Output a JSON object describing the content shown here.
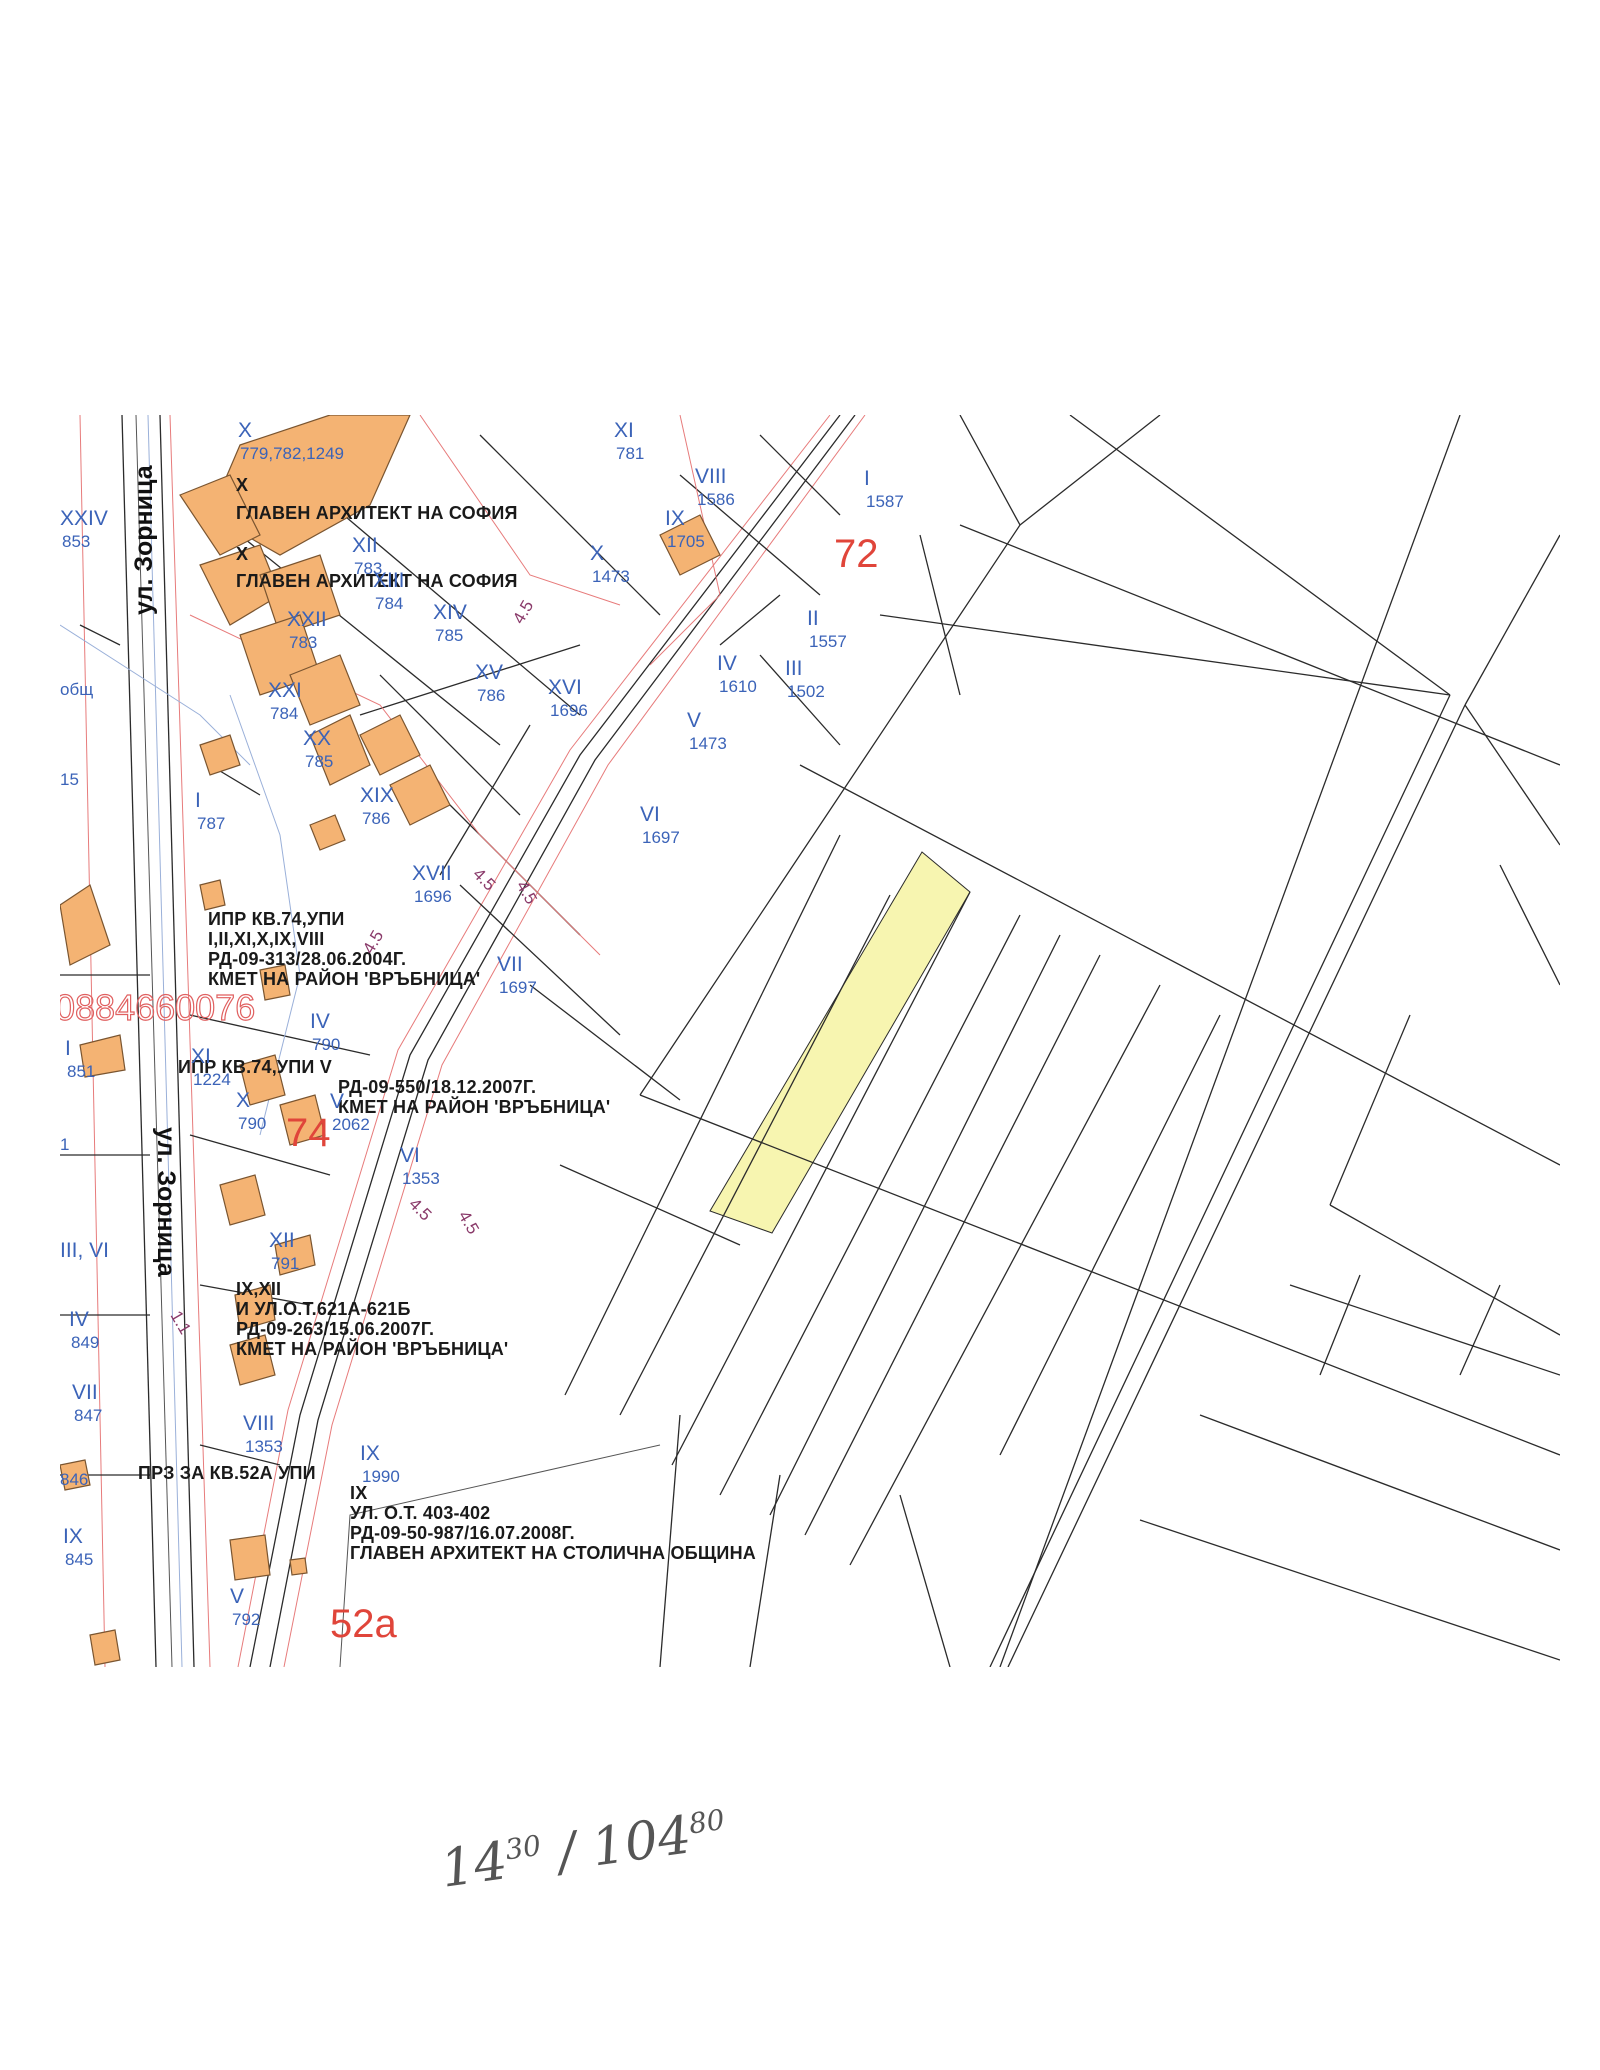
{
  "streets": [
    "ул. Зорница",
    "ул. Зорница"
  ],
  "blocks": [
    "72",
    "74",
    "52а"
  ],
  "phone_overlay": "0884660076",
  "annotations": {
    "arch1": [
      "X",
      "ГЛАВЕН АРХИТЕКТ НА СОФИЯ"
    ],
    "arch2": [
      "X",
      "ГЛАВЕН АРХИТЕКТ НА СОФИЯ"
    ],
    "ipr1": [
      "ИПР КВ.74,УПИ",
      "I,II,XI,X,IX,VIII",
      "РД-09-313/28.06.2004Г.",
      "КМЕТ НА РАЙОН 'ВРЪБНИЦА'"
    ],
    "ipr2": [
      "ИПР КВ.74,УПИ V",
      "РД-09-550/18.12.2007Г.",
      "КМЕТ НА РАЙОН 'ВРЪБНИЦА'"
    ],
    "ipr3": [
      "IX,XII",
      "И УЛ.О.Т.621А-621Б",
      "РД-09-263/15.06.2007Г.",
      "КМЕТ НА РАЙОН 'ВРЪБНИЦА'"
    ],
    "prz": [
      "ПРЗ ЗА КВ.52А УПИ",
      "IX",
      "УЛ. О.Т. 403-402",
      "РД-09-50-987/16.07.2008Г.",
      "ГЛАВЕН АРХИТЕКТ НА СТОЛИЧНА ОБЩИНА"
    ]
  },
  "parcels": [
    {
      "n": "X",
      "id": "779,782,1249"
    },
    {
      "n": "XXIV",
      "id": "853"
    },
    {
      "n": "XII",
      "id": "783"
    },
    {
      "n": "XIII",
      "id": "784"
    },
    {
      "n": "XXII",
      "id": "783"
    },
    {
      "n": "XIV",
      "id": "785"
    },
    {
      "n": "XV",
      "id": "786"
    },
    {
      "n": "XVI",
      "id": "1696"
    },
    {
      "n": "XXI",
      "id": "784"
    },
    {
      "n": "XX",
      "id": "785"
    },
    {
      "n": "XIX",
      "id": "786"
    },
    {
      "n": "I",
      "id": "787"
    },
    {
      "n": "XVII",
      "id": "1696"
    },
    {
      "n": "XI",
      "id": "781"
    },
    {
      "n": "VIII",
      "id": "1586"
    },
    {
      "n": "IX",
      "id": "1705"
    },
    {
      "n": "X",
      "id": "1473"
    },
    {
      "n": "I",
      "id": "1587"
    },
    {
      "n": "II",
      "id": "1557"
    },
    {
      "n": "III",
      "id": "1502"
    },
    {
      "n": "IV",
      "id": "1610"
    },
    {
      "n": "V",
      "id": "1473"
    },
    {
      "n": "VI",
      "id": "1697"
    },
    {
      "n": "VII",
      "id": "1697"
    },
    {
      "n": "IV",
      "id": "790"
    },
    {
      "n": "XI",
      "id": "1224"
    },
    {
      "n": "X",
      "id": "790"
    },
    {
      "n": "V",
      "id": "2062"
    },
    {
      "n": "VI",
      "id": "1353"
    },
    {
      "n": "XII",
      "id": "791"
    },
    {
      "n": "I",
      "id": "851"
    },
    {
      "n": "III, VI",
      "id": ""
    },
    {
      "n": "IV",
      "id": "849"
    },
    {
      "n": "VII",
      "id": "847"
    },
    {
      "n": "VIII",
      "id": "1353"
    },
    {
      "n": "IX",
      "id": "1990"
    },
    {
      "n": "IX",
      "id": "845"
    },
    {
      "n": "V",
      "id": "792"
    }
  ],
  "edge_fragments": [
    "15",
    "общ",
    "1",
    "846"
  ],
  "magenta_marks": [
    "4.5",
    "4.5",
    "4.5",
    "4.5",
    "4.5",
    "4.5",
    "1.1"
  ],
  "handwriting": {
    "left": "14",
    "left_sup": "30",
    "right": "104",
    "right_sup": "80"
  },
  "colors": {
    "building": "#f4b373",
    "highlight": "#f7f5b0",
    "block_label": "#e0453a",
    "parcel_label": "#3b63b8"
  },
  "highlighted_parcel": "yellow strip"
}
